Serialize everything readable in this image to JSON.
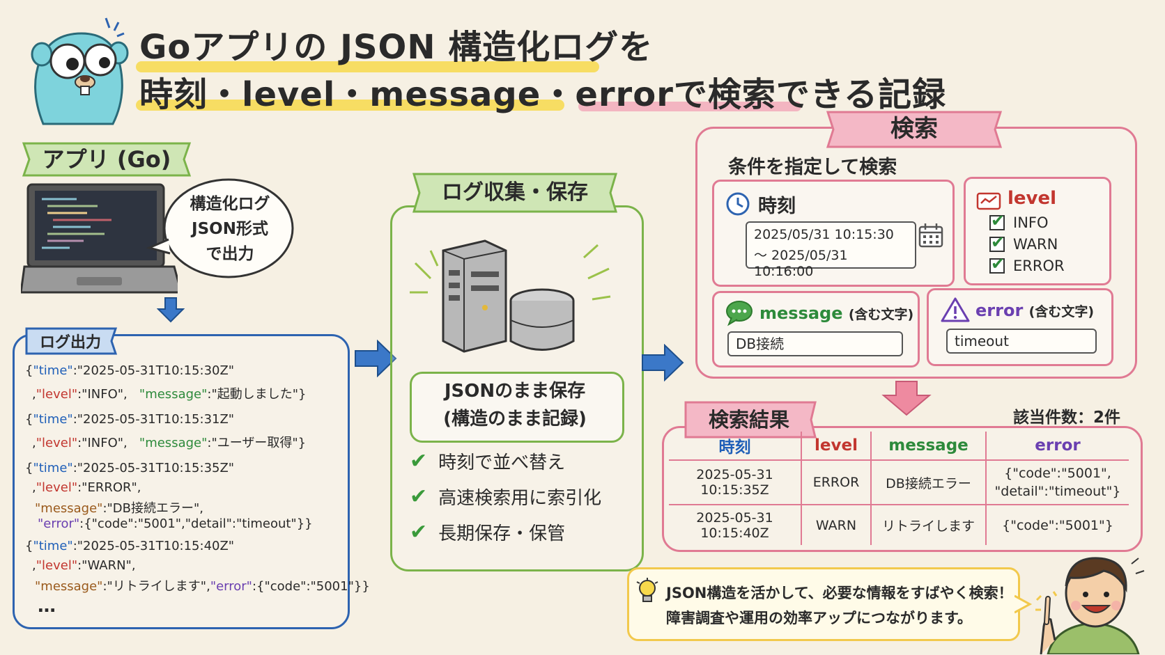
{
  "title": {
    "line1": "Goアプリの JSON 構造化ログを",
    "line2a": "時刻・level・message・error",
    "line2b": "で",
    "line2c": "検索",
    "line2d": "できる記録"
  },
  "app": {
    "label": "アプリ (Go)",
    "bubble_line1": "構造化ログ",
    "bubble_line2": "JSON形式",
    "bubble_line3": "で出力",
    "log_output_label": "ログ出力",
    "ellipsis": "…"
  },
  "logs": [
    {
      "time_key": "\"time\"",
      "time_val": ":\"2025-05-31T10:15:30Z\"",
      "level_key": "\"level\"",
      "level_val": ":\"INFO\",",
      "msg_key": "\"message\"",
      "msg_val": ":\"起動しました\"}"
    },
    {
      "time_key": "\"time\"",
      "time_val": ":\"2025-05-31T10:15:31Z\"",
      "level_key": "\"level\"",
      "level_val": ":\"INFO\",",
      "msg_key": "\"message\"",
      "msg_val": ":\"ユーザー取得\"}"
    },
    {
      "time_key": "\"time\"",
      "time_val": ":\"2025-05-31T10:15:35Z\"",
      "level_key": "\"level\"",
      "level_val": ":\"ERROR\",",
      "msg_key": "\"message\"",
      "msg_val": ":\"DB接続エラー\",",
      "err_key": "\"error\"",
      "err_val": ":{\"code\":\"5001\",\"detail\":\"timeout\"}}"
    },
    {
      "time_key": "\"time\"",
      "time_val": ":\"2025-05-31T10:15:40Z\"",
      "level_key": "\"level\"",
      "level_val": ":\"WARN\",",
      "msg_key": "\"message\"",
      "msg_val": ":\"リトライします\",",
      "err_key": "\"error\"",
      "err_val": ":{\"code\":\"5001\"}}"
    }
  ],
  "storage": {
    "label": "ログ収集・保存",
    "box_line1": "JSONのまま保存",
    "box_line2": "(構造のまま記録)",
    "features": [
      "時刻で並べ替え",
      "高速検索用に索引化",
      "長期保存・保管"
    ]
  },
  "search": {
    "label": "検索",
    "subtitle": "条件を指定して検索",
    "time_label": "時刻",
    "time_from": "2025/05/31  10:15:30",
    "time_to": "～ 2025/05/31  10:16:00",
    "level_label": "level",
    "level_options": [
      "INFO",
      "WARN",
      "ERROR"
    ],
    "message_label": "message",
    "message_hint": "(含む文字)",
    "message_value": "DB接続",
    "error_label": "error",
    "error_hint": "(含む文字)",
    "error_value": "timeout"
  },
  "results": {
    "label": "検索結果",
    "count": "該当件数：2件",
    "headers": [
      "時刻",
      "level",
      "message",
      "error"
    ],
    "rows": [
      {
        "time": "2025-05-31  10:15:35Z",
        "level": "ERROR",
        "message": "DB接続エラー",
        "error_line1": "{\"code\":\"5001\",",
        "error_line2": "\"detail\":\"timeout\"}"
      },
      {
        "time": "2025-05-31  10:15:40Z",
        "level": "WARN",
        "message": "リトライします",
        "error_line1": "{\"code\":\"5001\"}",
        "error_line2": ""
      }
    ]
  },
  "tip": {
    "line1": "JSON構造を活かして、必要な情報をすばやく検索！",
    "line2": "障害調査や運用の効率アップにつながります。"
  },
  "colors": {
    "green": "#7bb34a",
    "blue": "#2d63b0",
    "pink": "#e07a93",
    "yellow": "#f2c94c"
  }
}
